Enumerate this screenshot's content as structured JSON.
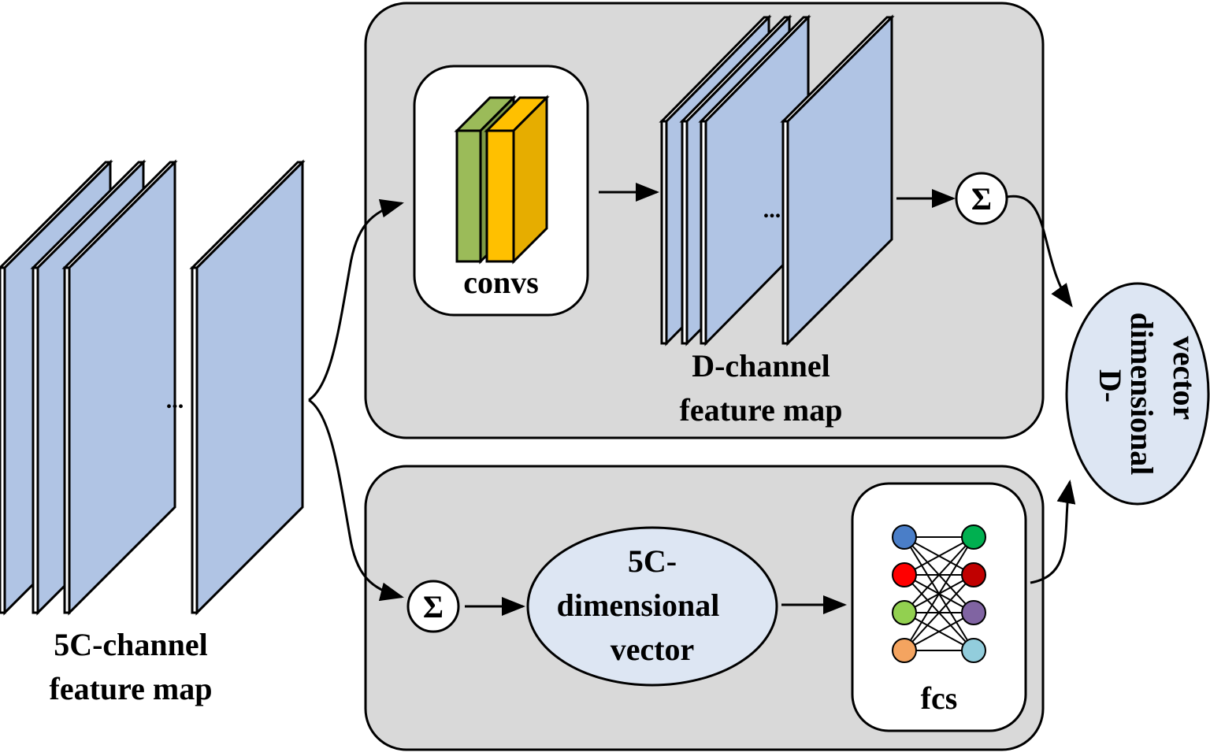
{
  "left_stack": {
    "label_line1": "5C-channel",
    "label_line2": "feature map",
    "ellipsis": "..."
  },
  "top_branch": {
    "convs_label": "convs",
    "map_label_line1": "D-channel",
    "map_label_line2": "feature map",
    "ellipsis": "...",
    "sum_symbol": "Σ"
  },
  "bottom_branch": {
    "sum_symbol": "Σ",
    "vector_line1": "5C-",
    "vector_line2": "dimensional",
    "vector_line3": "vector",
    "fcs_label": "fcs"
  },
  "output": {
    "line1": "D-",
    "line2": "dimensional",
    "line3": "vector"
  },
  "colors": {
    "plane_fill": "#b0c4e4",
    "panel_fill": "#d9d9d9",
    "ellipse_fill": "#dde6f3",
    "conv_green": "#9bbb59",
    "conv_yellow": "#ffc000",
    "fc_left_nodes": [
      "#4a7ec8",
      "#ff0000",
      "#92d050",
      "#f4a460"
    ],
    "fc_right_nodes": [
      "#00b050",
      "#c00000",
      "#8064a2",
      "#92cddc"
    ]
  }
}
